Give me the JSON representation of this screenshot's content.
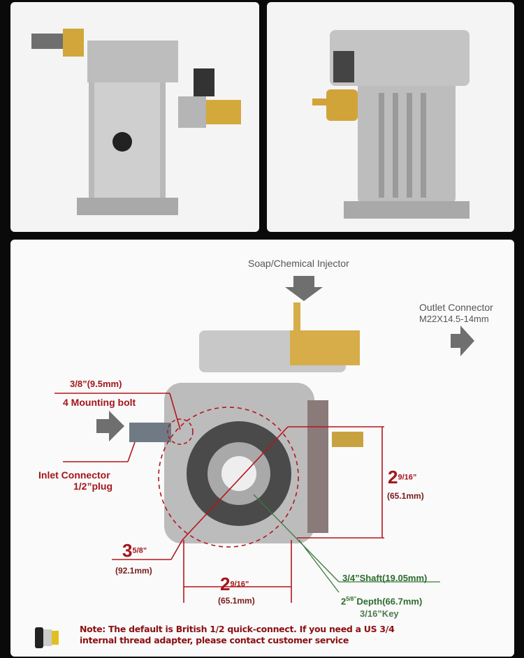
{
  "labels": {
    "soap_injector": "Soap/Chemical Injector",
    "outlet_connector": "Outlet Connector",
    "outlet_thread": "M22X14.5-14mm",
    "bolt_size": "3/8”(9.5mm)",
    "mounting_bolt": "4 Mounting bolt",
    "inlet_connector": "Inlet Connector",
    "inlet_plug": "1/2”plug",
    "height_dim_whole": "2",
    "height_dim_frac": "9/16”",
    "height_dim_mm": "(65.1mm)",
    "diameter_whole": "3",
    "diameter_frac": "5/8”",
    "diameter_mm": "(92.1mm)",
    "width_dim_whole": "2",
    "width_dim_frac": "9/16”",
    "width_dim_mm": "(65.1mm)",
    "shaft": "3/4”Shaft(19.05mm)",
    "depth_whole": "2",
    "depth_frac": "5/8”",
    "depth": "Depth(66.7mm)",
    "key": "3/16”Key"
  },
  "note": {
    "line1": "Note: The default is British 1/2 quick-connect. If you need a US 3/4",
    "line2": "internal thread adapter, please contact customer service"
  },
  "colors": {
    "annotation_red": "#a3151b",
    "annotation_green": "#2e6b2e",
    "note_red": "#8b0f12"
  }
}
